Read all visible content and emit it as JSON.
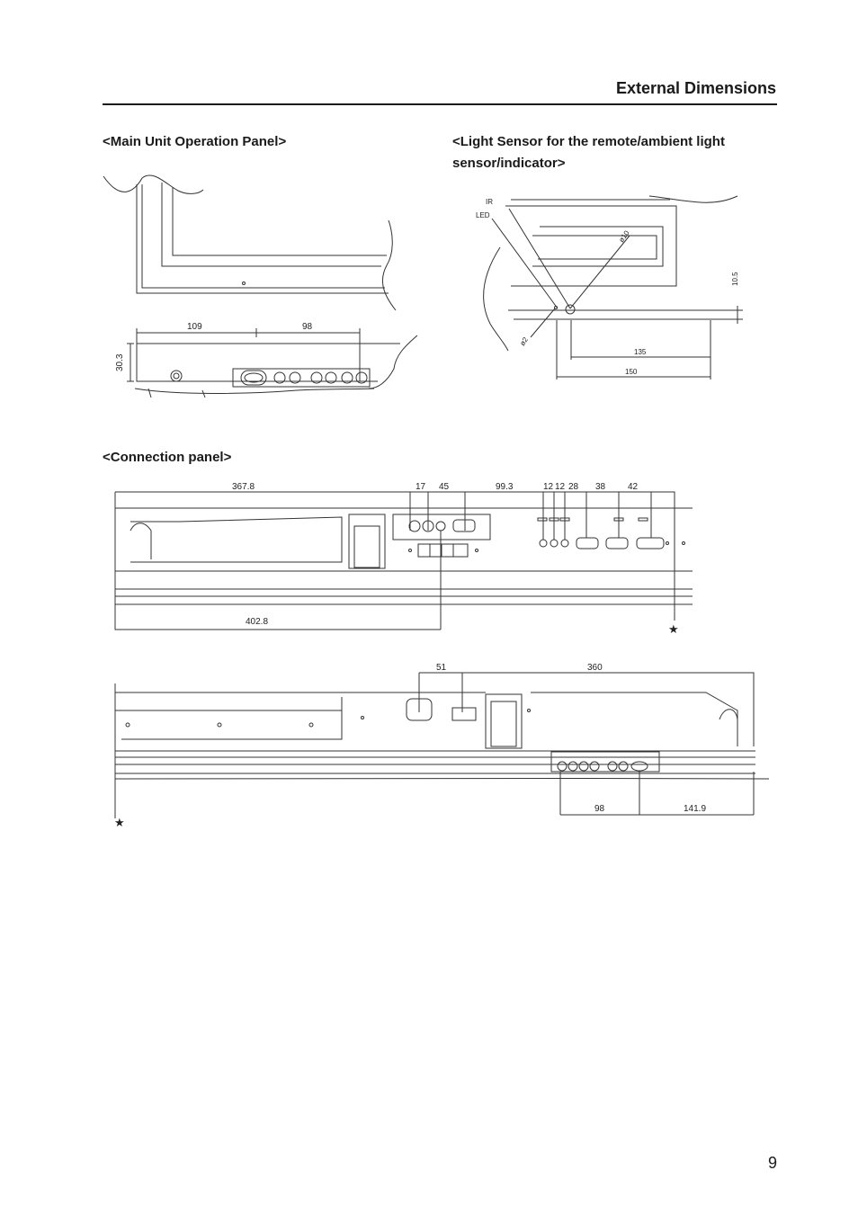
{
  "header": {
    "title": "External Dimensions"
  },
  "sections": {
    "operation_panel": "<Main Unit Operation Panel>",
    "light_sensor": "<Light Sensor for the remote/ambient light sensor/indicator>",
    "connection_panel": "<Connection panel>"
  },
  "operation_panel_dims": {
    "left": "109",
    "right": "98",
    "height": "30.3"
  },
  "light_sensor_dims": {
    "ir": "IR",
    "led": "LED",
    "phi10": "ø10",
    "phi2": "ø2",
    "h": "10.5",
    "d135": "135",
    "d150": "150"
  },
  "connection_dims": {
    "d367": "367.8",
    "d17": "17",
    "d45": "45",
    "d99": "99.3",
    "d12a": "12",
    "d12b": "12",
    "d28": "28",
    "d38": "38",
    "d42": "42",
    "d402": "402.8",
    "d51": "51",
    "d360": "360",
    "d98": "98",
    "d141": "141.9",
    "star": "★"
  },
  "page": {
    "number": "9"
  }
}
